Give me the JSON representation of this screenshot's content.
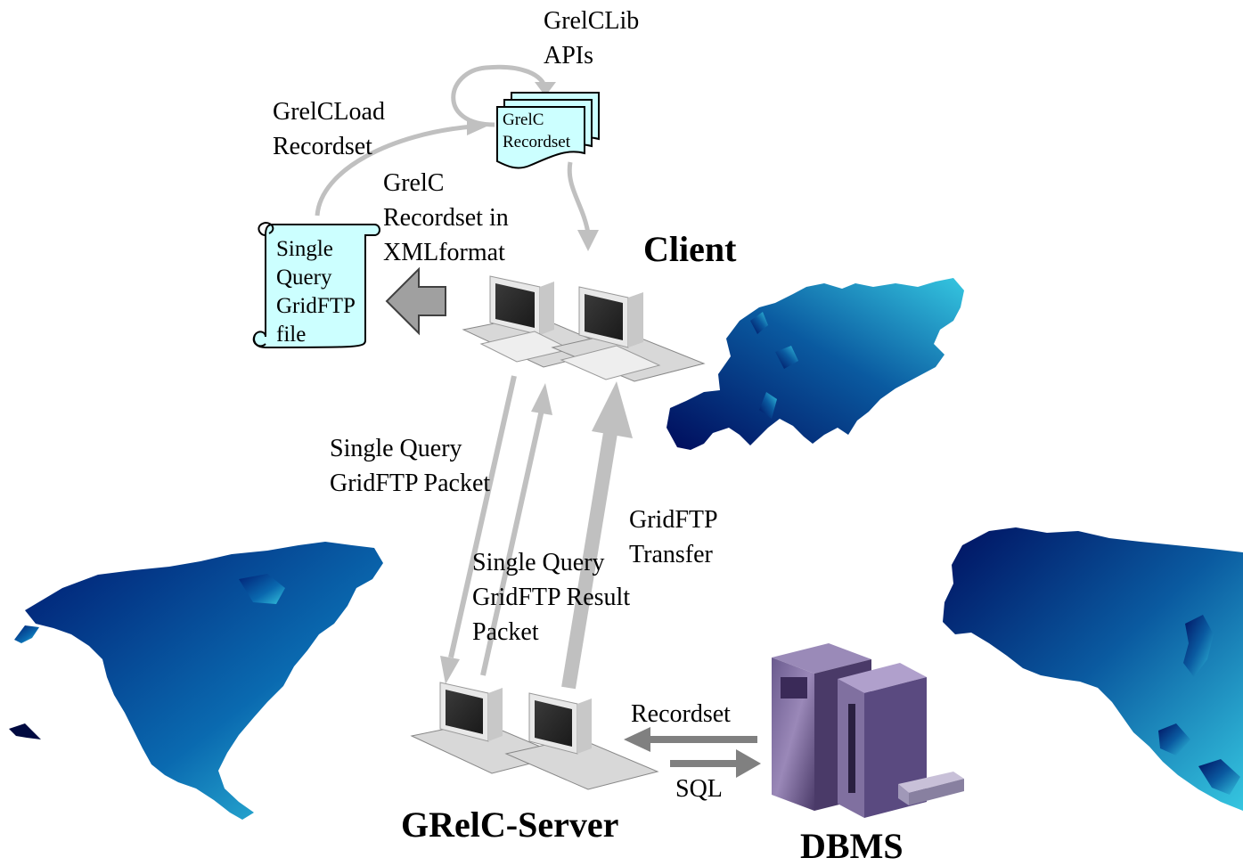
{
  "nodes": {
    "client": "Client",
    "server": "GRelC-Server",
    "dbms": "DBMS"
  },
  "documents": {
    "recordset_doc": [
      "GrelC",
      "Recordset"
    ],
    "scroll_doc": [
      "Single",
      "Query",
      "GridFTP",
      "file"
    ]
  },
  "labels": {
    "lib_apis": [
      "GrelCLib",
      "APIs"
    ],
    "load_recordset": [
      "GrelCLoad",
      "Recordset"
    ],
    "xml_recordset": [
      "GrelC",
      "Recordset in",
      "XMLformat"
    ],
    "query_packet": [
      "Single Query",
      "GridFTP Packet"
    ],
    "result_packet": [
      "Single Query",
      "GridFTP Result",
      "Packet"
    ],
    "gridftp_transfer": [
      "GridFTP",
      "Transfer"
    ],
    "recordset": "Recordset",
    "sql": "SQL"
  },
  "regions": [
    "europe-map-icon",
    "north-america-map-icon",
    "asia-map-icon"
  ],
  "colors": {
    "map_dark": "#000c5c",
    "map_light": "#35c6e0",
    "doc_fill": "#ccffff",
    "arrow_light": "#c0c0c0",
    "arrow_dark": "#808080",
    "server_purple": "#5a4a7a"
  }
}
